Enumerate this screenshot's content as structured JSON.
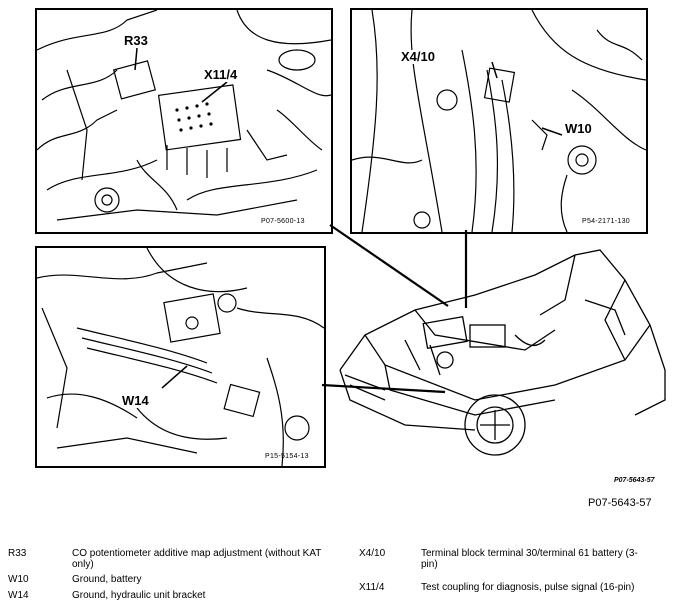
{
  "panels": {
    "top_left": {
      "callouts": [
        "R33",
        "X11/4"
      ],
      "ref": "P07-5600-13"
    },
    "top_right": {
      "callouts": [
        "X4/10",
        "W10"
      ],
      "ref": "P54-2171-130"
    },
    "mid_left": {
      "callouts": [
        "W14"
      ],
      "ref": "P15-5154-13"
    }
  },
  "figure_code_small": "P07-5643-57",
  "figure_code": "P07-5643-57",
  "legend": [
    {
      "code": "R33",
      "text": "CO potentiometer additive map adjustment (without KAT only)"
    },
    {
      "code": "W10",
      "text": "Ground, battery"
    },
    {
      "code": "W14",
      "text": "Ground, hydraulic unit bracket"
    },
    {
      "code": "X4/10",
      "text": "Terminal block terminal 30/terminal 61 battery (3-pin)"
    },
    {
      "code": "X11/4",
      "text": "Test coupling for diagnosis, pulse signal (16-pin)"
    }
  ]
}
